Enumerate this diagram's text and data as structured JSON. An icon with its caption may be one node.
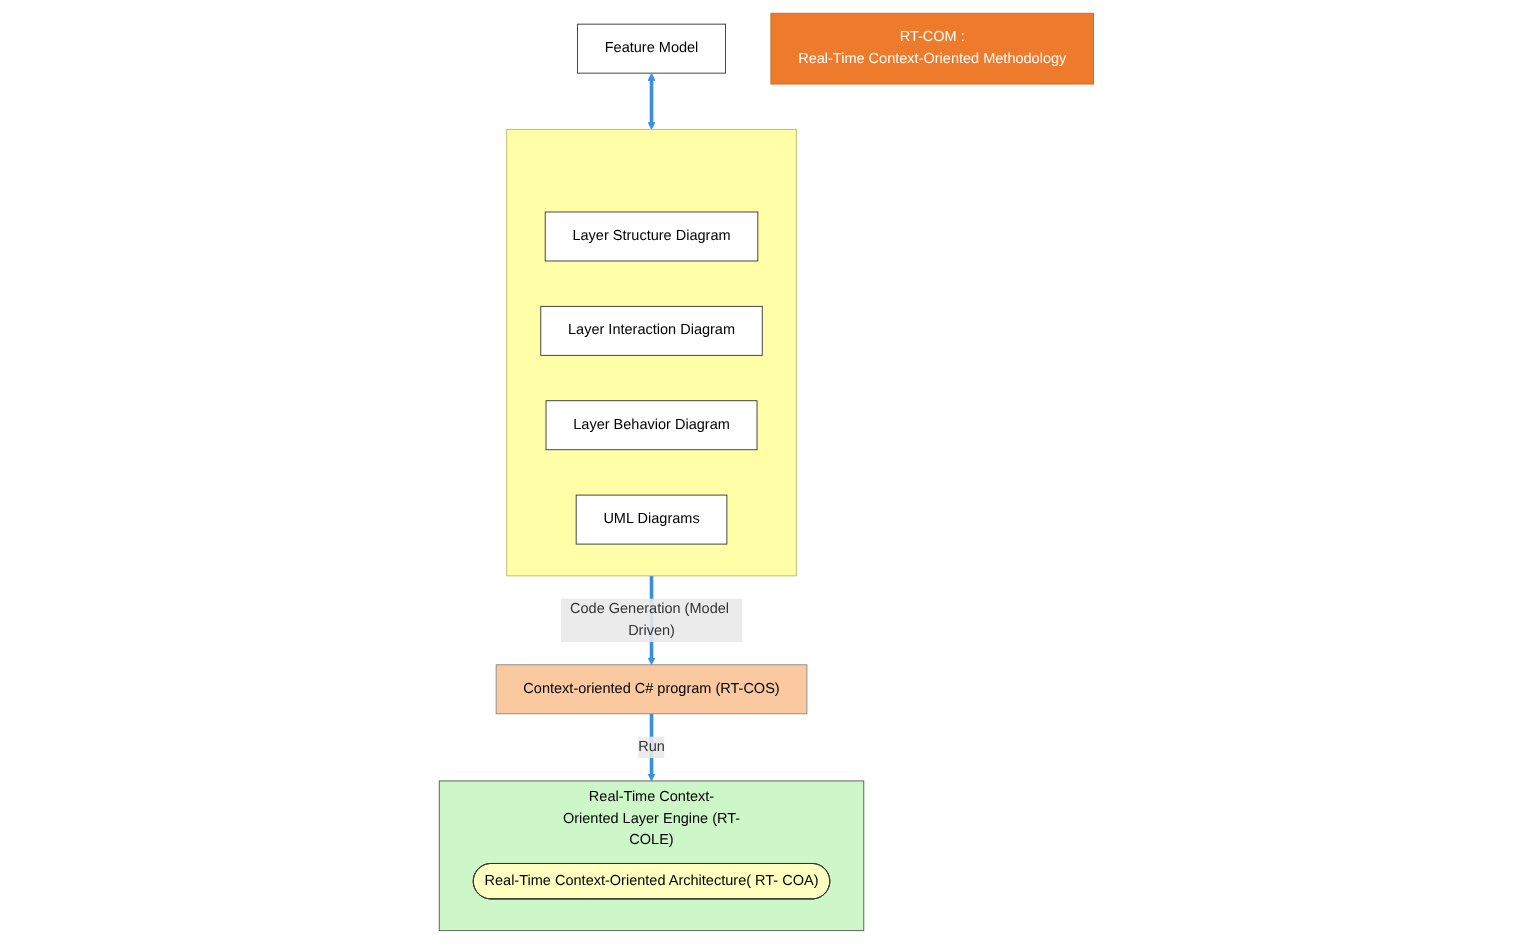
{
  "diagram": {
    "nodes": [
      {
        "text": [
          "Feature Model"
        ]
      },
      {
        "text": [],
        "shape": "box"
      },
      {
        "text": [
          "Layer Structure Diagram"
        ],
        "in": 1
      },
      {
        "text": [
          "Layer Interaction Diagram"
        ],
        "in": 1
      },
      {
        "text": [
          "Layer Behavior Diagram"
        ],
        "in": 1
      },
      {
        "text": [
          "UML Diagrams"
        ],
        "in": 1
      },
      {
        "text": [
          "RT-COM :",
          "Real-Time Context-Oriented Methodology"
        ]
      },
      {
        "text": [
          "Context-oriented C# program (RT-COS)"
        ]
      },
      {
        "text": [
          "Real-Time Context-Oriented Layer Engine (RT-COLE)"
        ]
      },
      {
        "text": [
          "Real-Time Context-Oriented Architecture( RT- COA)"
        ],
        "in": 8
      }
    ],
    "edges": [
      {
        "from": 0,
        "to": 1,
        "arrow": "both"
      },
      {
        "from": 1,
        "to": 7,
        "arrow": "to",
        "label": "Code Generation (Model Driven)"
      },
      {
        "from": 7,
        "to": 8,
        "arrow": "to",
        "label": "Run"
      }
    ]
  }
}
